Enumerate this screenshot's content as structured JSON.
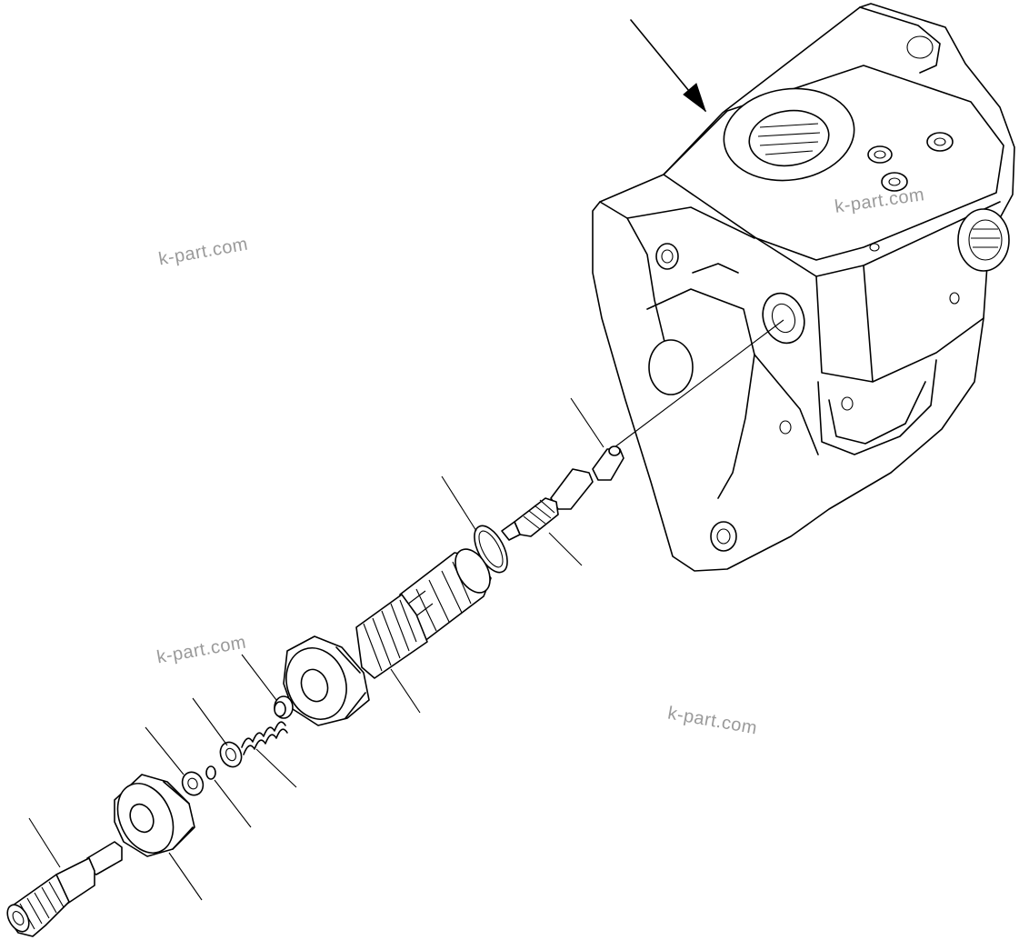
{
  "diagram": {
    "type": "exploded-parts-view",
    "watermarks": [
      "k-part.com",
      "k-part.com",
      "k-part.com",
      "k-part.com"
    ]
  }
}
